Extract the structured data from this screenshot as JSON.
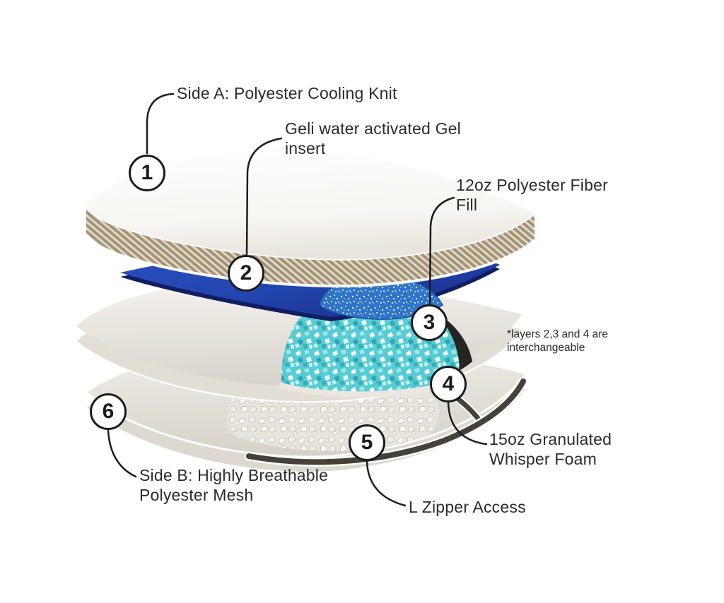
{
  "figure": {
    "description": "Exploded-view diagram of a layered pillow with six numbered callouts",
    "note": "*layers 2,3 and 4 are interchangeable",
    "annotations": [
      {
        "number": "1",
        "label": "Side A: Polyester Cooling Knit"
      },
      {
        "number": "2",
        "label": "Geli water activated Gel insert"
      },
      {
        "number": "3",
        "label": "12oz Polyester Fiber Fill"
      },
      {
        "number": "4",
        "label": "15oz Granulated Whisper Foam"
      },
      {
        "number": "5",
        "label": "L Zipper Access"
      },
      {
        "number": "6",
        "label": "Side B: Highly Breathable Polyester Mesh"
      }
    ],
    "colors": {
      "background": "#ffffff",
      "line_black": "#1c1c1c",
      "text": "#2b2b2b",
      "gel_sheet_blue": "#2247b2",
      "gel_mound_blue": "#2e74c8",
      "cooling_foam_teal": "#57ccd4",
      "gusset_tan": "#b3a48a",
      "zipper_gray": "#45413a",
      "pillow_white": "#f3f1ec"
    }
  }
}
